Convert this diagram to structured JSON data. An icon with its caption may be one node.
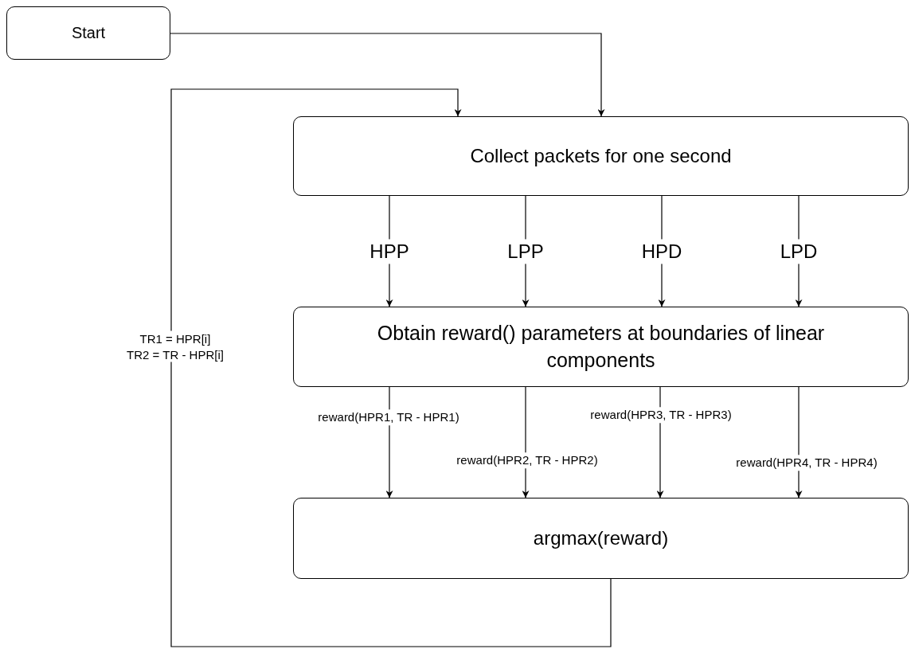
{
  "diagram": {
    "nodes": [
      {
        "text": [
          "Start"
        ]
      },
      {
        "text": [
          "Collect packets for one second"
        ]
      },
      {
        "text": [
          "Obtain reward() parameters at boundaries of linear components"
        ]
      },
      {
        "text": [
          "argmax(reward)"
        ]
      }
    ],
    "edges": [
      {
        "from": 0,
        "to": 1,
        "arrow": "to"
      },
      {
        "from": 1,
        "to": 2,
        "arrow": "to",
        "label": "HPP"
      },
      {
        "from": 1,
        "to": 2,
        "arrow": "to",
        "label": "LPP"
      },
      {
        "from": 1,
        "to": 2,
        "arrow": "to",
        "label": "HPD"
      },
      {
        "from": 1,
        "to": 2,
        "arrow": "to",
        "label": "LPD"
      },
      {
        "from": 2,
        "to": 3,
        "arrow": "to",
        "label": "reward(HPR1, TR - HPR1)"
      },
      {
        "from": 2,
        "to": 3,
        "arrow": "to",
        "label": "reward(HPR2, TR - HPR2)"
      },
      {
        "from": 2,
        "to": 3,
        "arrow": "to",
        "label": "reward(HPR3, TR - HPR3)"
      },
      {
        "from": 2,
        "to": 3,
        "arrow": "to",
        "label": "reward(HPR4, TR - HPR4)"
      },
      {
        "from": 3,
        "to": 1,
        "arrow": "to",
        "label": [
          "TR1 = HPR[i]",
          "TR2 = TR - HPR[i]"
        ]
      }
    ]
  }
}
